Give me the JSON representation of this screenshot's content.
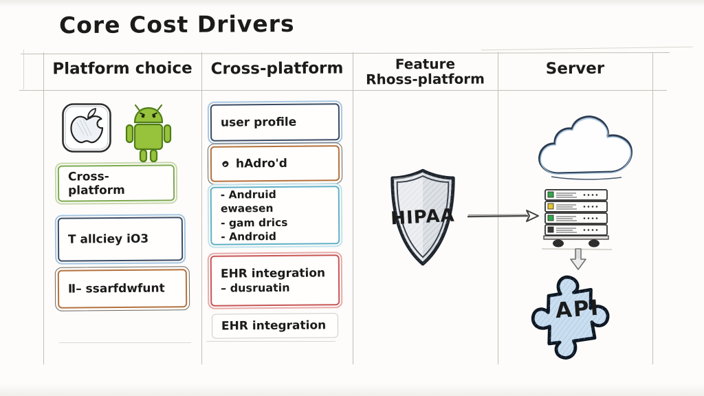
{
  "title": "Core Cost Drivers",
  "columns": [
    {
      "line1": "Platform choice",
      "line2": ""
    },
    {
      "line1": "Cross-platform",
      "line2": ""
    },
    {
      "line1": "Feature",
      "line2": "Rhoss-platform"
    },
    {
      "line1": "Server",
      "line2": ""
    }
  ],
  "platform_column": {
    "box_green": "Cross-platform",
    "box_blue": "T allciey iO3",
    "box_orange": "Ⅱ– ssarfdwfunt"
  },
  "cross_platform_column": {
    "box1": "user profile",
    "box2": "hAdro'd",
    "box3_bullets": [
      "- Andruid ewaesen",
      "- gam drics",
      "- Android"
    ],
    "box4_line1": "EHR integration",
    "box4_line2": "– dusruatin",
    "box5": "EHR integration"
  },
  "feature_column": {
    "shield_label": "HIPAA"
  },
  "server_column": {
    "puzzle_label": "API"
  },
  "icons": [
    "apple-icon",
    "android-icon",
    "scribble-icon",
    "shield-icon",
    "arrow-right-icon",
    "cloud-icon",
    "server-rack-icon",
    "arrow-down-icon",
    "puzzle-icon"
  ],
  "colors": {
    "green_border": "#7ca94e",
    "blue_border": "#3a4a63",
    "orange_border": "#b4713d",
    "cyan_border": "#5fb0c6",
    "red_border": "#c75454",
    "android_green": "#97c23c",
    "puzzle_blue": "#cadef0",
    "grid_line": "#c2beb6",
    "ink": "#1b1b1b"
  }
}
